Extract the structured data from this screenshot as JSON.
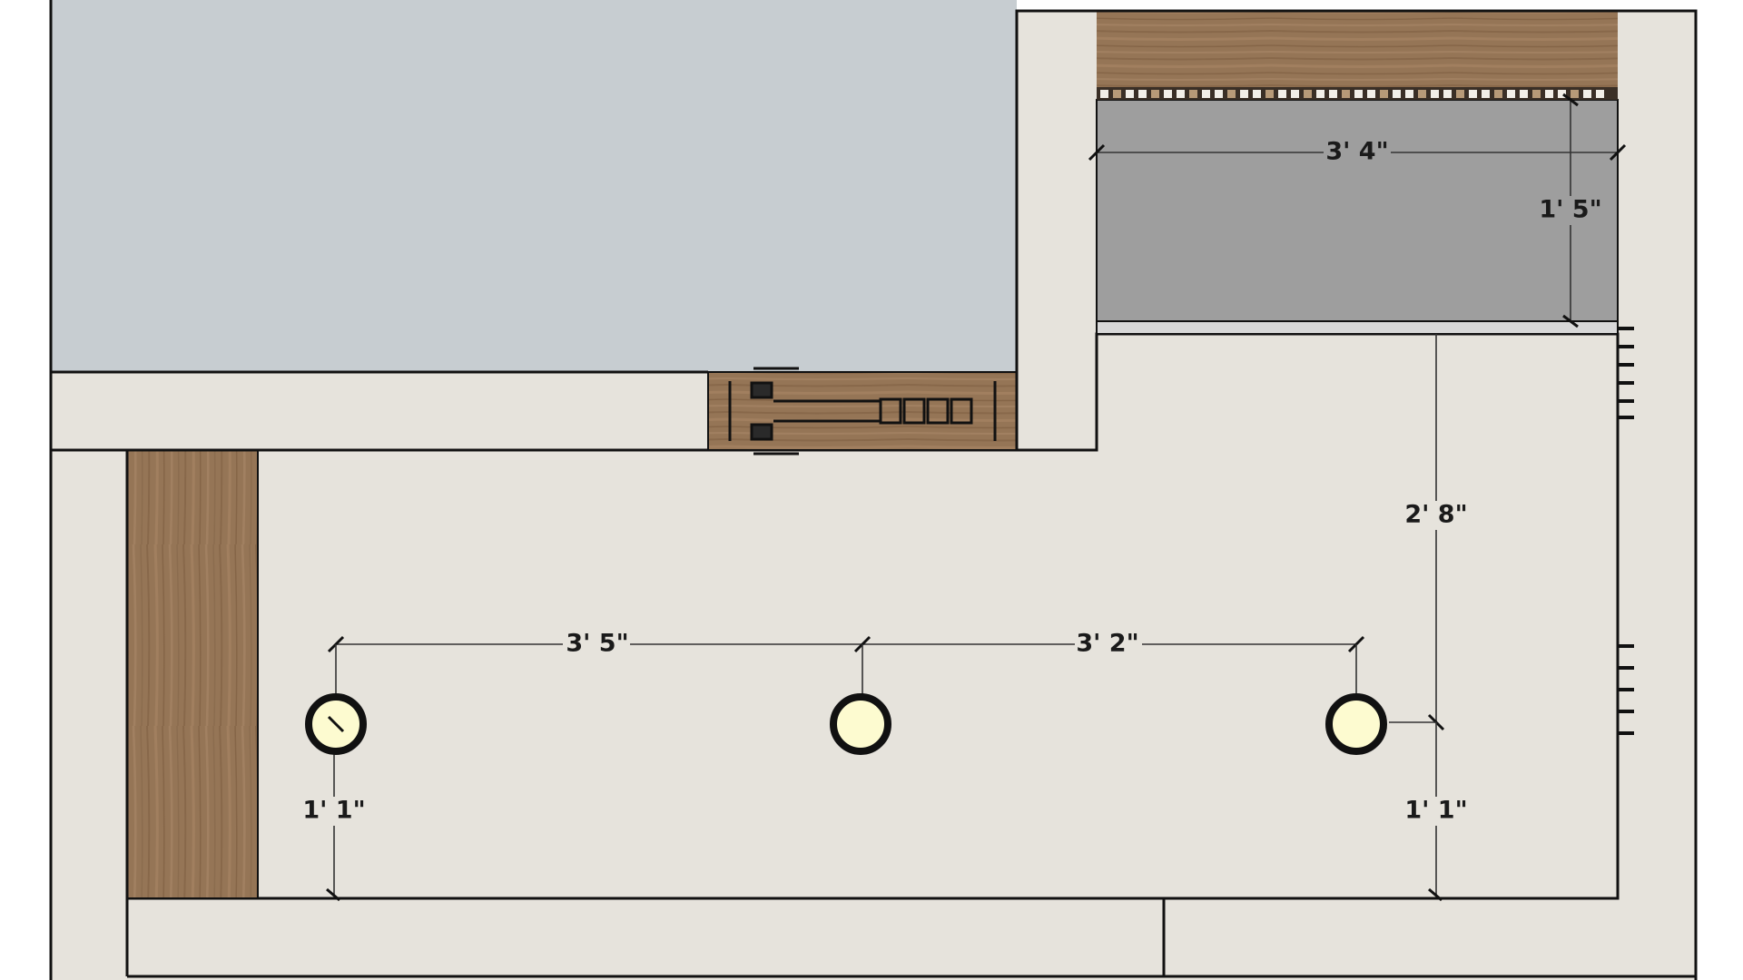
{
  "colors": {
    "wall": "#e6e3dc",
    "floor": "#e6e3dc",
    "outside": "#c7cdd1",
    "wood": "#957556",
    "tub": "#9e9e9e",
    "light_fill": "#fdfbd0",
    "line": "#111111"
  },
  "dimensions": {
    "tub_width": "3' 4\"",
    "tub_depth": "1' 5\"",
    "tub_to_light": "2' 8\"",
    "light_1_to_2": "3' 5\"",
    "light_2_to_3": "3' 2\"",
    "light_left_to_wall": "1' 1\"",
    "light_right_to_wall": "1' 1\""
  },
  "fixtures": {
    "recessed_light_count": 3
  }
}
